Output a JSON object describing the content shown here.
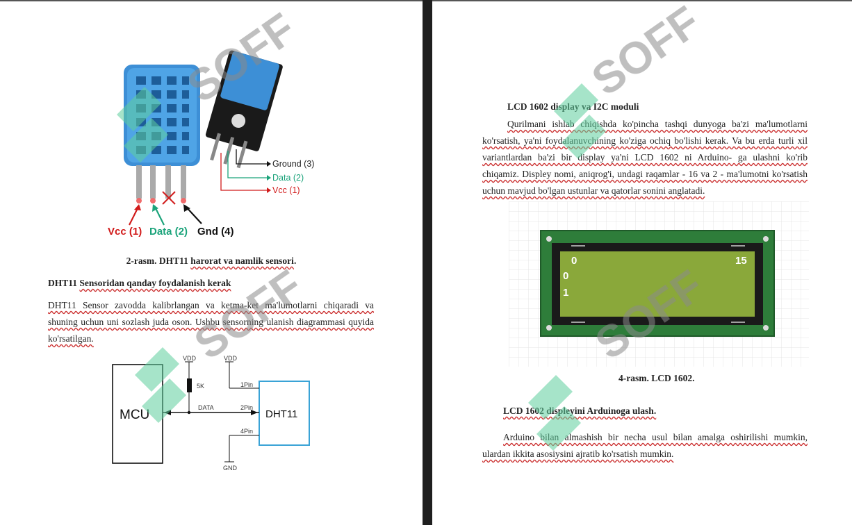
{
  "left": {
    "sensor_figure": {
      "pin_labels": [
        "Ground (3)",
        "Data (2)",
        "Vcc (1)"
      ],
      "bottom_labels": [
        "Vcc (1)",
        "Data (2)",
        "Gnd (4)"
      ]
    },
    "caption": {
      "prefix": "2-rasm. DHT11 ",
      "underlined": "harorat va namlik sensori",
      "suffix": "."
    },
    "heading": {
      "prefix": "DHT11 ",
      "underlined": "Sensoridan qanday foydalanish kerak"
    },
    "para_lines": [
      "DHT11 Sensor zavodda kalibrlangan va ketma-ket ma'lumotlarni chiqaradi va",
      "shuning uchun uni sozlash juda oson. Ushbu sensorning ulanish diagrammasi quyida",
      "ko'rsatilgan."
    ],
    "circuit": {
      "mcu": "MCU",
      "dht": "DHT11",
      "vdd1": "VDD",
      "vdd2": "VDD",
      "res": "5K",
      "data": "DATA",
      "pin1": "1Pin",
      "pin2": "2Pin",
      "pin4": "4Pin",
      "gnd": "GND"
    }
  },
  "right": {
    "title": "LCD 1602 display va I2C moduli",
    "para1_lines": [
      "Qurilmani ishlab chiqishda ko'pincha tashqi dunyoga ba'zi ma'lumotlarni",
      "ko'rsatish, ya'ni foydalanuvchining ko'ziga ochiq bo'lishi kerak. Va bu erda turli xil",
      "variantlardan ba'zi bir display ya'ni LCD 1602 ni Arduino- ga ulashni ko'rib",
      "chiqamiz. Displey nomi, aniqrog'i, undagi raqamlar - 16 va 2 - ma'lumotni ko'rsatish",
      "uchun mavjud bo'lgan ustunlar va qatorlar sonini anglatadi."
    ],
    "lcd": {
      "c0": "0",
      "c15": "15",
      "r0": "0",
      "r1": "1"
    },
    "caption": "4-rasm. LCD 1602.",
    "heading": "LCD 1602 displeyini Arduinoga ulash.",
    "para2_lines": [
      "Arduino bilan almashish bir necha usul bilan amalga oshirilishi mumkin,",
      "ulardan ikkita asosiysini ajratib ko'rsatish mumkin."
    ]
  },
  "watermark": {
    "text": "SOFF"
  },
  "colors": {
    "vcc": "#d11a1a",
    "data": "#1aa37a",
    "gnd": "#111111",
    "lcd_green": "#2e7d3a",
    "lcd_screen": "#8aa83a",
    "watermark": "#7fd6b0"
  }
}
